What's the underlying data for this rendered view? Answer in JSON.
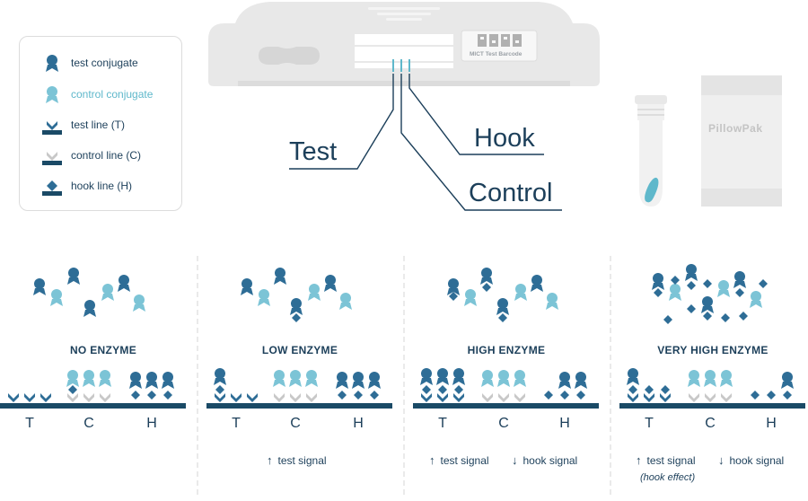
{
  "legend": {
    "items": [
      {
        "label": "test conjugate",
        "icon": "test-conjugate-icon",
        "light": false
      },
      {
        "label": "control conjugate",
        "icon": "control-conjugate-icon",
        "light": true
      },
      {
        "label": "test line (T)",
        "icon": "test-line-icon",
        "light": false
      },
      {
        "label": "control line (C)",
        "icon": "control-line-icon",
        "light": false
      },
      {
        "label": "hook line (H)",
        "icon": "hook-line-icon",
        "light": false
      }
    ]
  },
  "device": {
    "barcode_label": "MICT Test Barcode",
    "callouts": {
      "test": "Test",
      "hook": "Hook",
      "control": "Control"
    }
  },
  "package": {
    "brand": "PillowPak"
  },
  "sections": [
    {
      "title": "NO ENZYME",
      "axis": [
        "T",
        "C",
        "H"
      ],
      "notes": []
    },
    {
      "title": "LOW ENZYME",
      "axis": [
        "T",
        "C",
        "H"
      ],
      "notes": [
        {
          "arrow": "↑",
          "text": "test signal"
        }
      ]
    },
    {
      "title": "HIGH ENZYME",
      "axis": [
        "T",
        "C",
        "H"
      ],
      "notes": [
        {
          "arrow": "↑",
          "text": "test signal"
        },
        {
          "arrow": "↓",
          "text": "hook signal"
        }
      ]
    },
    {
      "title": "VERY HIGH ENZYME",
      "axis": [
        "T",
        "C",
        "H"
      ],
      "notes": [
        {
          "arrow": "↑",
          "text": "test signal"
        },
        {
          "arrow": "↓",
          "text": "hook signal"
        }
      ],
      "sub_note": "(hook effect)"
    }
  ],
  "colors": {
    "dark_blue": "#2e6d96",
    "light_blue": "#7cc4d6",
    "navy": "#1a4a66",
    "gray": "#c8c8c8"
  }
}
